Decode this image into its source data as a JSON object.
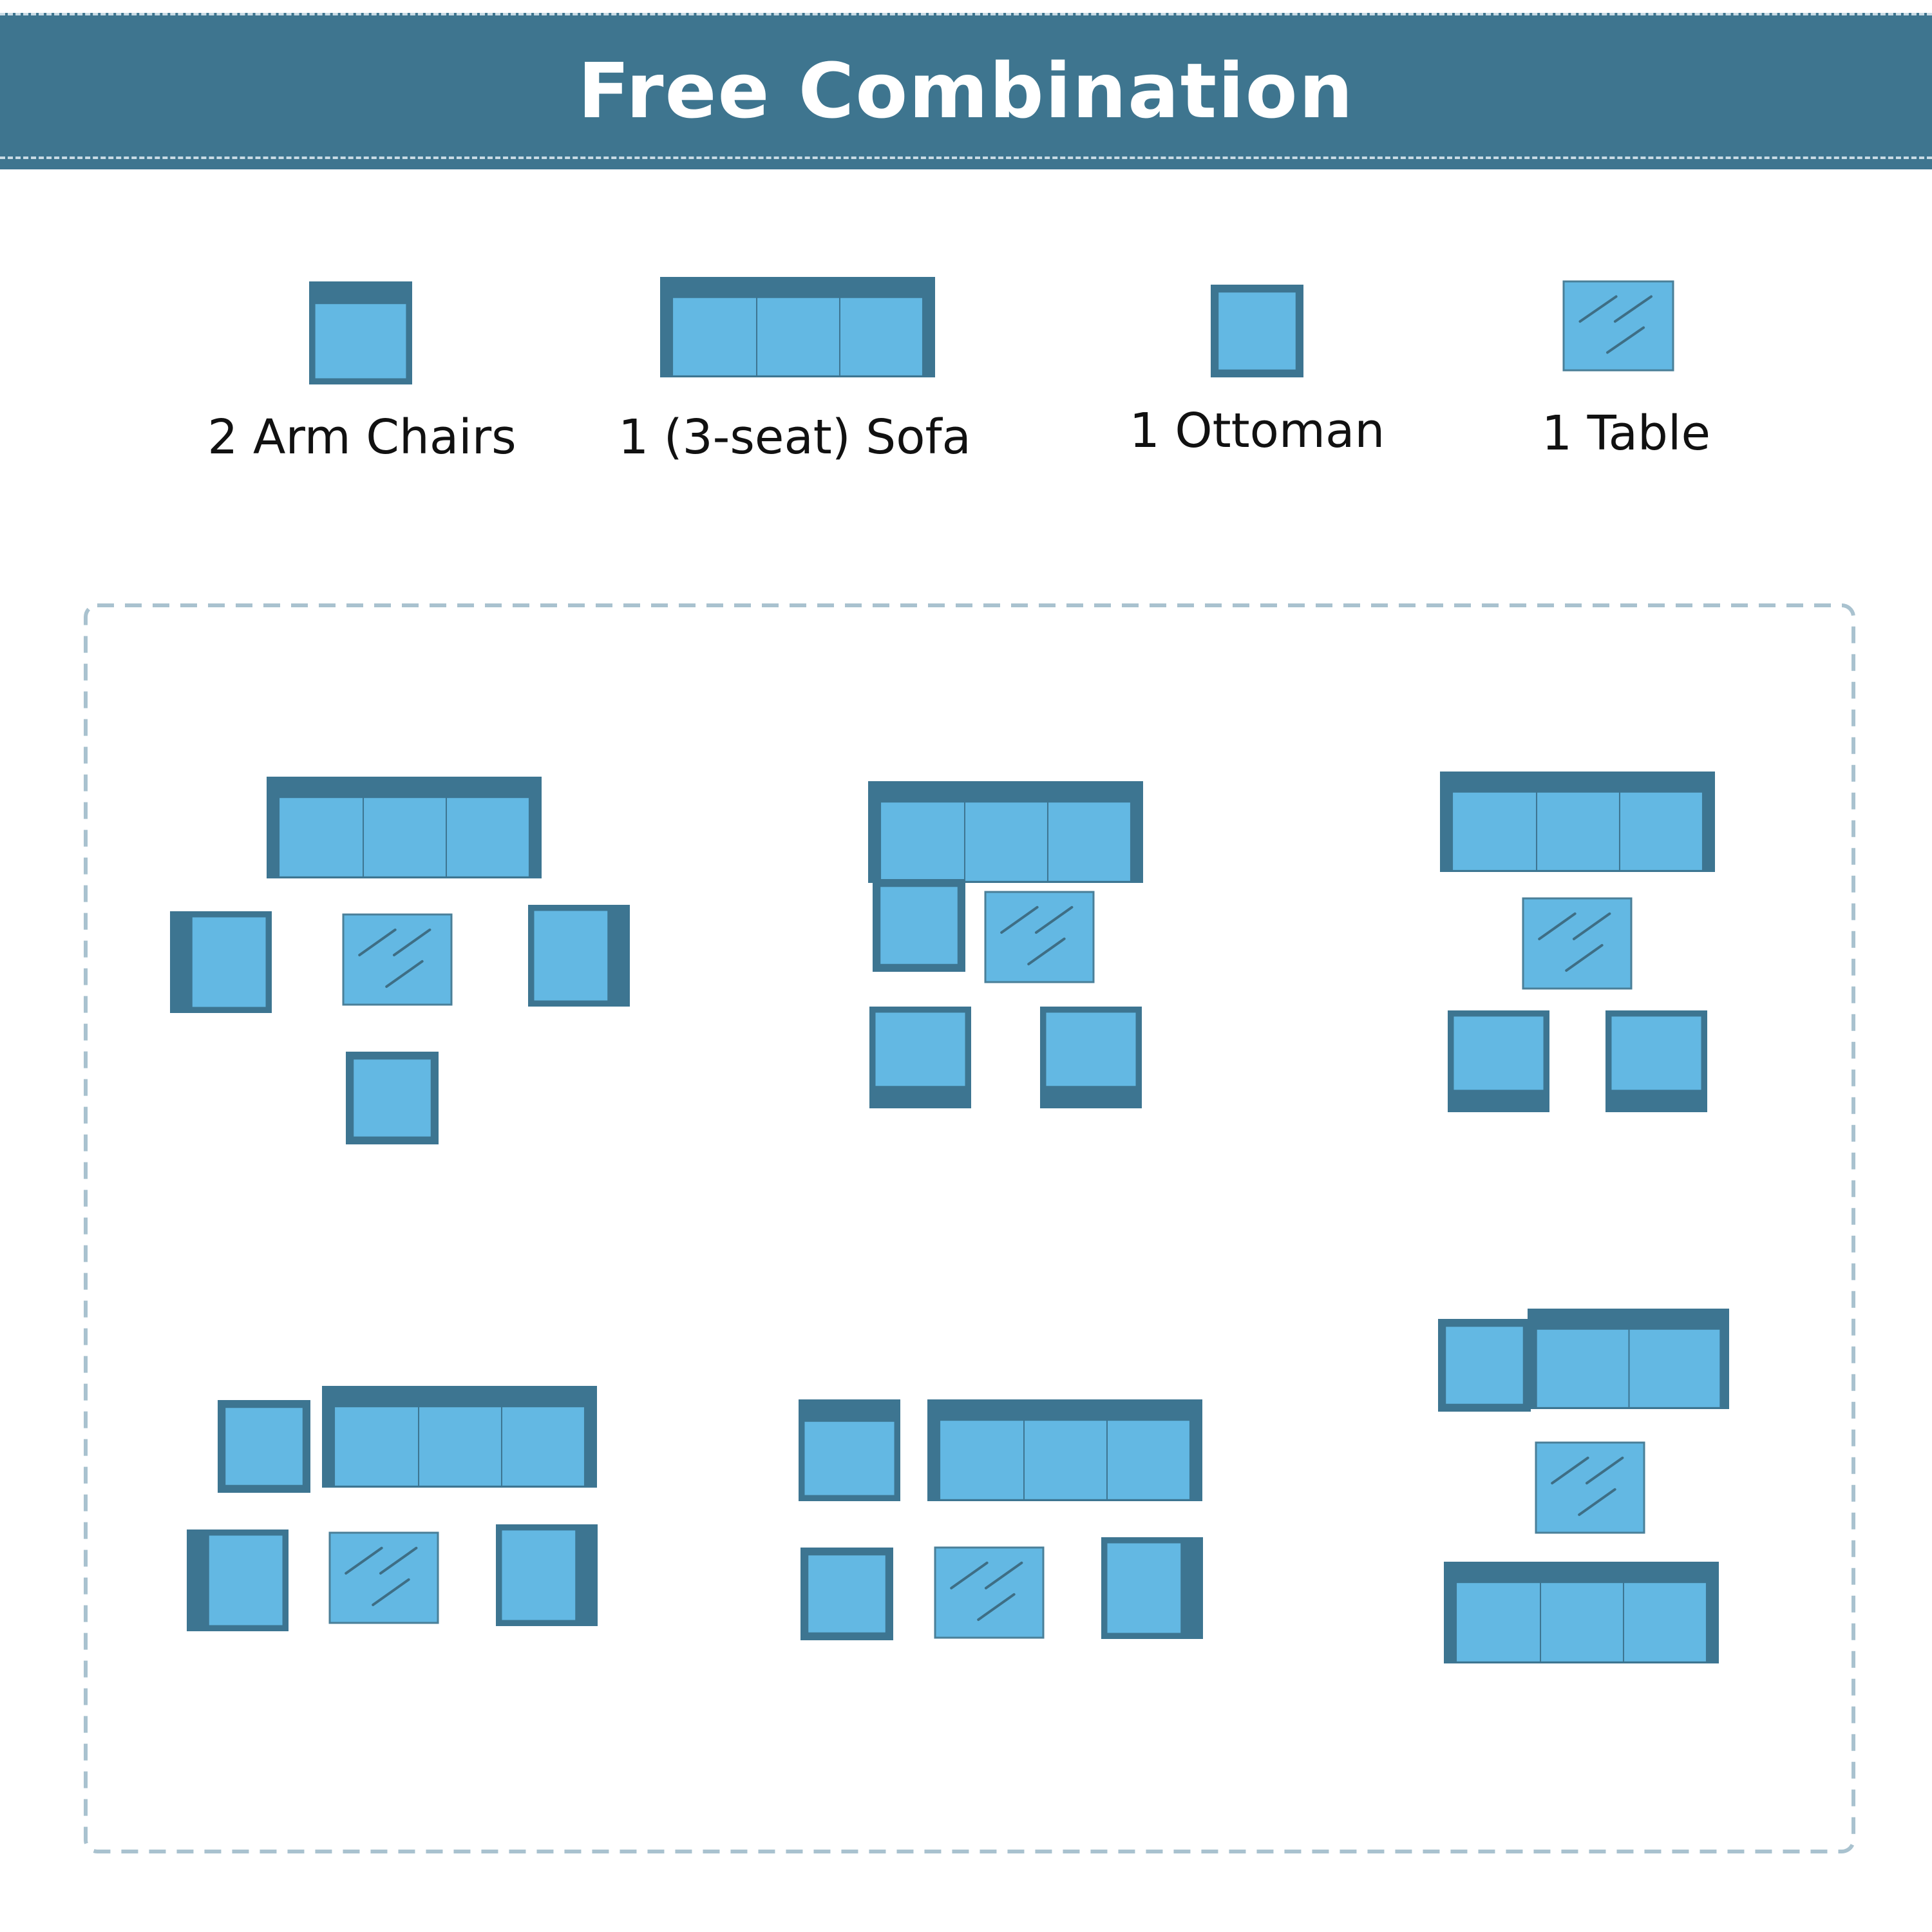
{
  "title": "Free Combination",
  "colors": {
    "banner": "#3e758f",
    "frame": "#3d7591",
    "cushion": "#63b8e3",
    "table_outline": "#4a7f98",
    "table_hatch": "#3e6e85",
    "dashed_border": "#a9c2cf"
  },
  "legend": [
    {
      "piece": "arm-chair",
      "label": "2 Arm Chairs"
    },
    {
      "piece": "sofa",
      "label": "1 (3-seat) Sofa"
    },
    {
      "piece": "ottoman",
      "label": "1 Ottoman"
    },
    {
      "piece": "table",
      "label": "1 Table"
    }
  ],
  "combinations": [
    {
      "pieces": [
        "sofa",
        "arm-chair",
        "table",
        "arm-chair",
        "ottoman"
      ]
    },
    {
      "pieces": [
        "sofa",
        "ottoman",
        "table",
        "arm-chair",
        "arm-chair"
      ]
    },
    {
      "pieces": [
        "sofa",
        "table",
        "arm-chair",
        "arm-chair"
      ]
    },
    {
      "pieces": [
        "ottoman",
        "sofa",
        "arm-chair",
        "table",
        "arm-chair"
      ]
    },
    {
      "pieces": [
        "arm-chair",
        "sofa",
        "ottoman",
        "table",
        "arm-chair"
      ]
    },
    {
      "pieces": [
        "ottoman",
        "sofa",
        "table",
        "sofa"
      ]
    }
  ]
}
